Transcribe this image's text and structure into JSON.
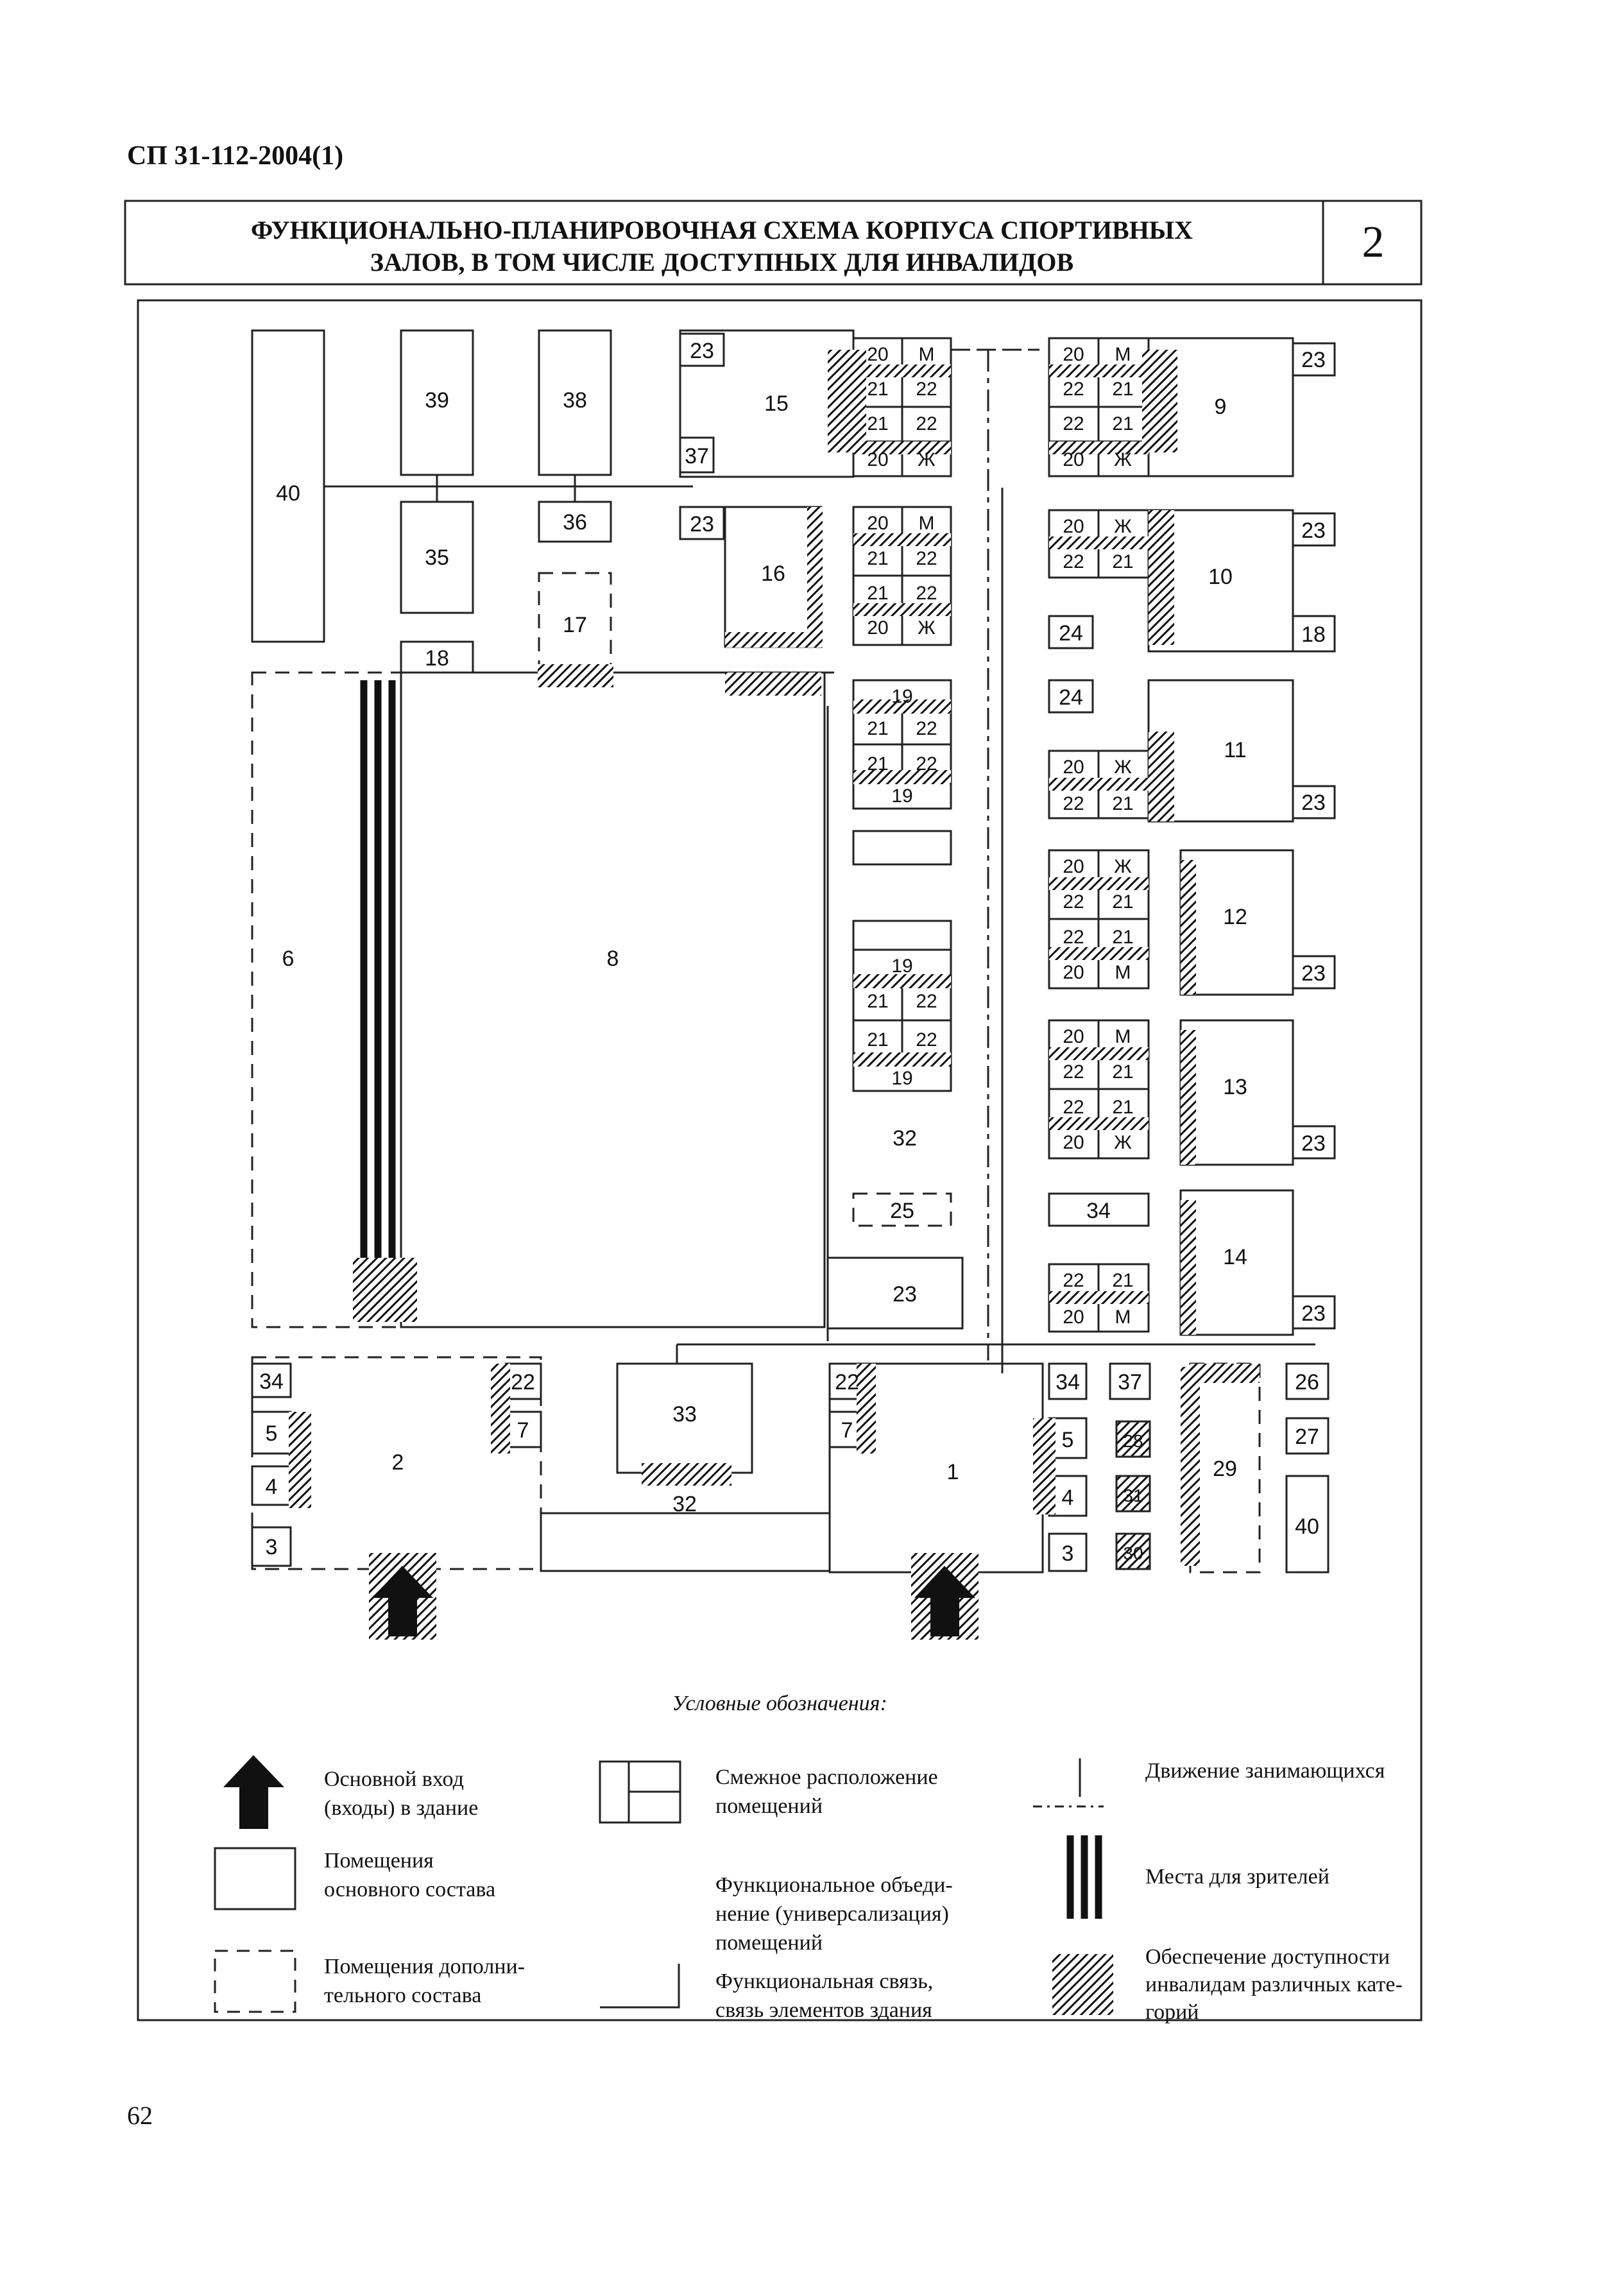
{
  "header": {
    "doc_code": "СП 31-112-2004(1)"
  },
  "title": {
    "line1": "ФУНКЦИОНАЛЬНО-ПЛАНИРОВОЧНАЯ СХЕМА КОРПУСА СПОРТИВНЫХ",
    "line2": "ЗАЛОВ, В ТОМ ЧИСЛЕ ДОСТУПНЫХ ДЛЯ ИНВАЛИДОВ",
    "number": "2"
  },
  "legend": {
    "heading": "Условные обозначения:",
    "entrance": [
      "Основной вход",
      "(входы) в здание"
    ],
    "main_rooms": [
      "Помещения",
      "основного состава"
    ],
    "aux_rooms": [
      "Помещения дополни-",
      "тельного состава"
    ],
    "adjacent": [
      "Смежное расположение",
      "помещений"
    ],
    "union": [
      "Функциональное объеди-",
      "нение (универсализация)",
      "помещений"
    ],
    "link": [
      "Функциональная связь,",
      "связь элементов здания"
    ],
    "movement": [
      "Движение занимающихся"
    ],
    "spectators": [
      "Места для зрителей"
    ],
    "access": [
      "Обеспечение доступности",
      "инвалидам различных кате-",
      "горий"
    ]
  },
  "footer": {
    "page_number": "62"
  },
  "rooms": {
    "r1": "1",
    "r2": "2",
    "r6": "6",
    "r8": "8",
    "r9": "9",
    "r10": "10",
    "r11": "11",
    "r12": "12",
    "r13": "13",
    "r14": "14",
    "r15": "15",
    "r16": "16",
    "r17": "17",
    "r18a": "18",
    "r18b": "18",
    "r23_15": "23",
    "r23_16": "23",
    "r23_9": "23",
    "r23_10": "23",
    "r23_11": "23",
    "r23_12": "23",
    "r23_13": "23",
    "r23_14": "23",
    "r23_c": "23",
    "r24a": "24",
    "r24b": "24",
    "r25": "25",
    "r26": "26",
    "r27": "27",
    "r28": "28",
    "r29": "29",
    "r30": "30",
    "r31": "31",
    "r32a": "32",
    "r32b": "32",
    "r33": "33",
    "r34a": "34",
    "r34b": "34",
    "r34c": "34",
    "r35": "35",
    "r36": "36",
    "r37a": "37",
    "r37b": "37",
    "r38": "38",
    "r39": "39",
    "r40a": "40",
    "r40b": "40",
    "r3a": "3",
    "r3b": "3",
    "r4a": "4",
    "r4b": "4",
    "r5a": "5",
    "r5b": "5",
    "r7a": "7",
    "r7b": "7",
    "r22a": "22",
    "r22b": "22"
  },
  "locker_labels": {
    "n19": "19",
    "n20": "20",
    "n21": "21",
    "n22": "22",
    "m": "М",
    "zh": "Ж"
  }
}
